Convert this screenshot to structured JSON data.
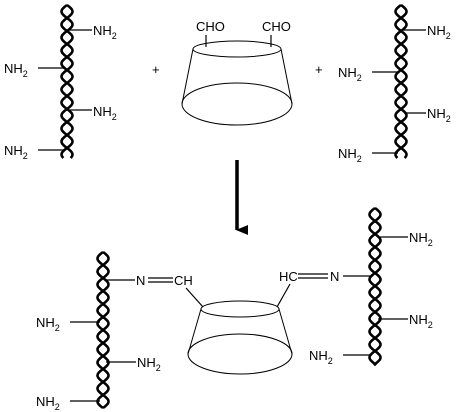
{
  "reaction": {
    "plus_sign": "+",
    "amine_group": {
      "main": "NH",
      "subscript": "2"
    },
    "aldehyde_group": "CHO",
    "imine_nitrogen": "N",
    "imine_carbon": "CH",
    "imine_carbon_right": "HC"
  },
  "colors": {
    "ink": "#000000",
    "background": "#ffffff"
  }
}
